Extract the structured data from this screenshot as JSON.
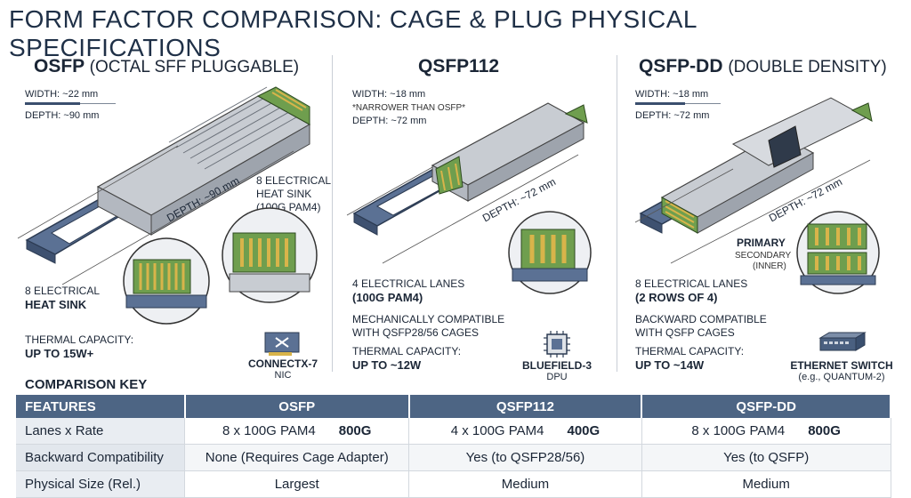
{
  "title": "FORM FACTOR COMPARISON: CAGE & PLUG PHYSICAL SPECIFICATIONS",
  "columns": {
    "osfp": {
      "name": "OSFP",
      "full": "(OCTAL SFF PLUGGABLE)",
      "width": "WIDTH: ~22 mm",
      "depth": "DEPTH: ~90 mm",
      "depth_dim": "DEPTH: ~90 mm",
      "callout_top": "8 ELECTRICAL",
      "callout_top2": "HEAT SINK",
      "callout_top3": "(100G PAM4)",
      "lanes_line1": "8 ELECTRICAL",
      "lanes_line2": "HEAT SINK",
      "thermal_line1": "THERMAL CAPACITY:",
      "thermal_line2": "UP TO 15W+",
      "device_name": "CONNECTX-7",
      "device_sub": "NIC"
    },
    "qsfp112": {
      "name": "QSFP112",
      "width": "WIDTH: ~18 mm",
      "note": "*NARROWER THAN OSFP*",
      "depth": "DEPTH: ~72 mm",
      "depth_dim": "DEPTH: ~72 mm",
      "lanes_line1": "4 ELECTRICAL LANES",
      "lanes_line2": "(100G PAM4)",
      "compat_line1": "MECHANICALLY COMPATIBLE",
      "compat_line2": "WITH QSFP28/56 CAGES",
      "thermal_line1": "THERMAL CAPACITY:",
      "thermal_line2": "UP TO ~12W",
      "device_name": "BLUEFIELD-3",
      "device_sub": "DPU"
    },
    "qsfpdd": {
      "name": "QSFP-DD",
      "full": "(DOUBLE DENSITY)",
      "width": "WIDTH: ~18 mm",
      "depth": "DEPTH: ~72 mm",
      "depth_dim": "DEPTH: ~72 mm",
      "primary": "PRIMARY",
      "secondary": "SECONDARY",
      "inner": "(INNER)",
      "lanes_line1": "8 ELECTRICAL LANES",
      "lanes_line2": "(2 ROWS OF 4)",
      "compat_line1": "BACKWARD COMPATIBLE",
      "compat_line2": "WITH QSFP CAGES",
      "thermal_line1": "THERMAL CAPACITY:",
      "thermal_line2": "UP TO ~14W",
      "device_name": "ETHERNET SWITCH",
      "device_sub": "(e.g., QUANTUM-2)"
    }
  },
  "key": {
    "title": "COMPARISON KEY",
    "headers": [
      "FEATURES",
      "OSFP",
      "QSFP112",
      "QSFP-DD"
    ],
    "rows": [
      {
        "feature": "Lanes x Rate",
        "osfp": "8 x 100G PAM4",
        "osfp_speed": "800G",
        "qsfp112": "4 x 100G PAM4",
        "qsfp112_speed": "400G",
        "qsfpdd": "8 x 100G PAM4",
        "qsfpdd_speed": "800G"
      },
      {
        "feature": "Backward Compatibility",
        "osfp": "None (Requires Cage Adapter)",
        "qsfp112": "Yes (to QSFP28/56)",
        "qsfpdd": "Yes (to QSFP)"
      },
      {
        "feature": "Physical Size (Rel.)",
        "osfp": "Largest",
        "qsfp112": "Medium",
        "qsfpdd": "Medium"
      }
    ]
  },
  "colors": {
    "header_bg": "#4d6584",
    "module_metal": "#c8ccd2",
    "pull_tab": "#4a6080",
    "pcb": "#6f9e4e",
    "contact": "#d8b44a"
  }
}
